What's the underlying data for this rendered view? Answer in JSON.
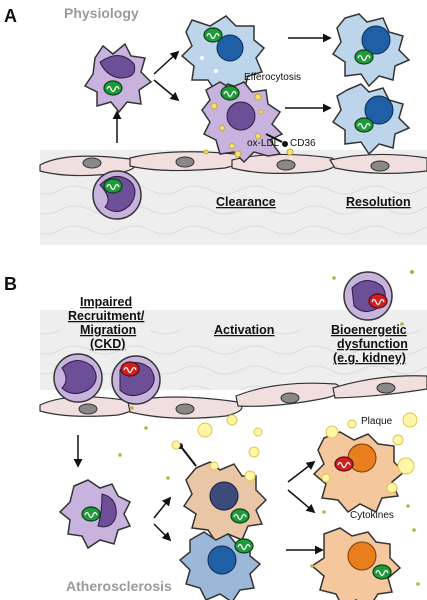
{
  "panels": {
    "a_letter": "A",
    "b_letter": "B",
    "a_title": "Physiology",
    "b_title": "Atherosclerosis"
  },
  "labels_a": {
    "efferocytosis": "Efferocytosis",
    "cd36": "CD36",
    "ox_ldl": "ox-LDL",
    "clearance": "Clearance",
    "resolution": "Resolution"
  },
  "labels_b": {
    "impaired_l1": "Impaired",
    "impaired_l2": "Recruitment/",
    "impaired_l3": "Migration",
    "impaired_l4": "(CKD)",
    "activation": "Activation",
    "bioenergetic_l1": "Bioenergetic",
    "bioenergetic_l2": "dysfunction",
    "bioenergetic_l3": "(e.g. kidney)",
    "plaque": "Plaque",
    "cytokines": "Cytokines"
  },
  "colors": {
    "monocyte": "#c7b3dd",
    "monocyte_nucleus": "#6c4f96",
    "macrophage_light": "#bcd5ea",
    "macrophage_nucleus": "#1f5fa5",
    "activated": "#f4c89c",
    "activated_nucleus": "#e87f1c",
    "mitochondria": "#1f9c3a",
    "damaged_mito": "#d41f1f",
    "endothelium": "#f1dede",
    "lipid": "#f7e27a",
    "panel_bg": "#ececec"
  }
}
